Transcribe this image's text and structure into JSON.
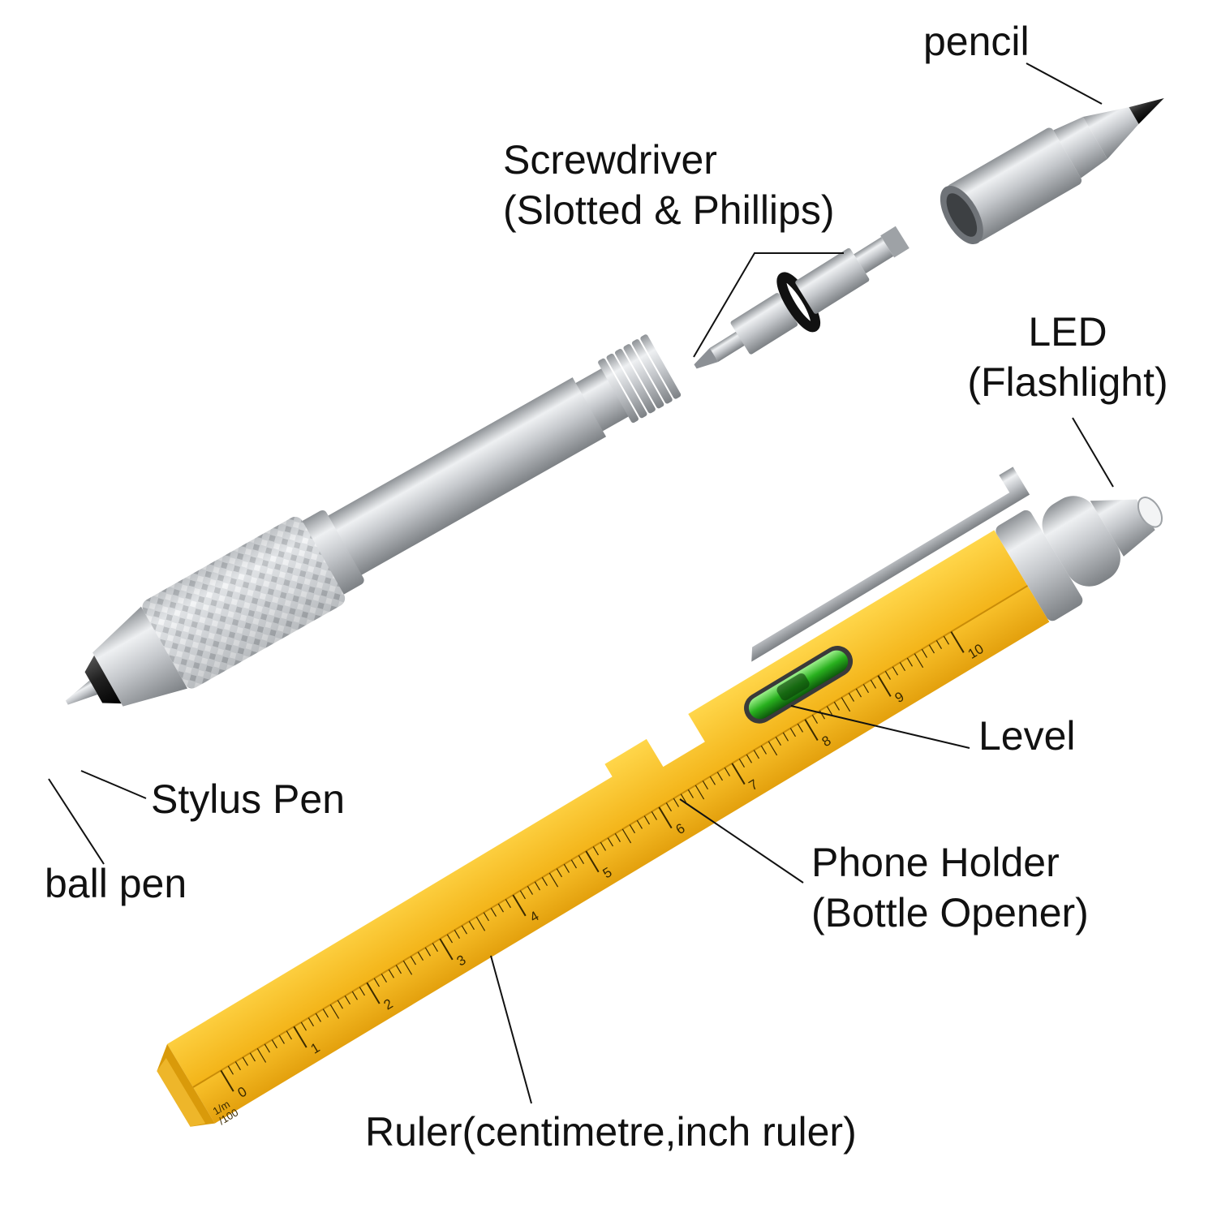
{
  "labels": {
    "pencil": "pencil",
    "screwdriver_line1": "Screwdriver",
    "screwdriver_line2": "(Slotted & Phillips)",
    "led_line1": "LED",
    "led_line2": "(Flashlight)",
    "level": "Level",
    "stylus_pen": "Stylus Pen",
    "ball_pen": "ball pen",
    "phone_holder_line1": "Phone Holder",
    "phone_holder_line2": "(Bottle Opener)",
    "ruler": "Ruler(centimetre,inch ruler)"
  },
  "ruler": {
    "numbers": [
      "0",
      "1",
      "2",
      "3",
      "4",
      "5",
      "6",
      "7",
      "8",
      "9",
      "10"
    ],
    "unit_line1": "1/m",
    "unit_line2": "/100"
  },
  "colors": {
    "body_yellow": "#f2b51c",
    "body_yellow_dark": "#d99a0a",
    "metal_silver": "#c9ccd0",
    "level_green": "#27b11f",
    "text": "#111111",
    "background": "#ffffff"
  }
}
